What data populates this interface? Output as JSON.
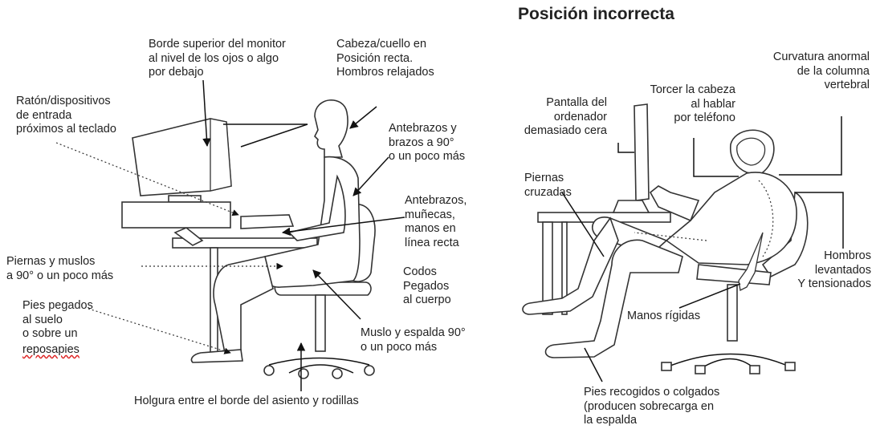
{
  "title": "Posición incorrecta",
  "correct_labels": {
    "monitor_top": "Borde superior del monitor\nal nivel de los ojos o algo\npor debajo",
    "head_neck": "Cabeza/cuello en\nPosición recta.\nHombros relajados",
    "mouse": "Ratón/dispositivos\nde entrada\npróximos al teclado",
    "forearms_90": "Antebrazos y\nbrazos a 90°\no un poco más",
    "forearms_line": "Antebrazos,\nmuñecas,\nmanos en\nlínea recta",
    "legs": "Piernas y muslos\na 90° o un poco más",
    "elbows": "Codos\nPegados\nal cuerpo",
    "feet_1": "Pies pegados\nal suelo\no sobre un",
    "feet_2": "reposapies",
    "thigh_back": "Muslo y espalda 90°\no un poco más",
    "clearance": "Holgura entre el borde del asiento y rodillas"
  },
  "incorrect_labels": {
    "spine": "Curvatura anormal\nde la columna\nvertebral",
    "screen": "Pantalla del\nordenador\ndemasiado cera",
    "head_phone": "Torcer la cabeza\nal hablar\npor teléfono",
    "legs_crossed": "Piernas\ncruzadas",
    "shoulders": "Hombros\nlevantados\nY tensionados",
    "hands": "Manos rígidas",
    "feet": "Pies recogidos o colgados\n(producen sobrecarga en\nla espalda"
  }
}
